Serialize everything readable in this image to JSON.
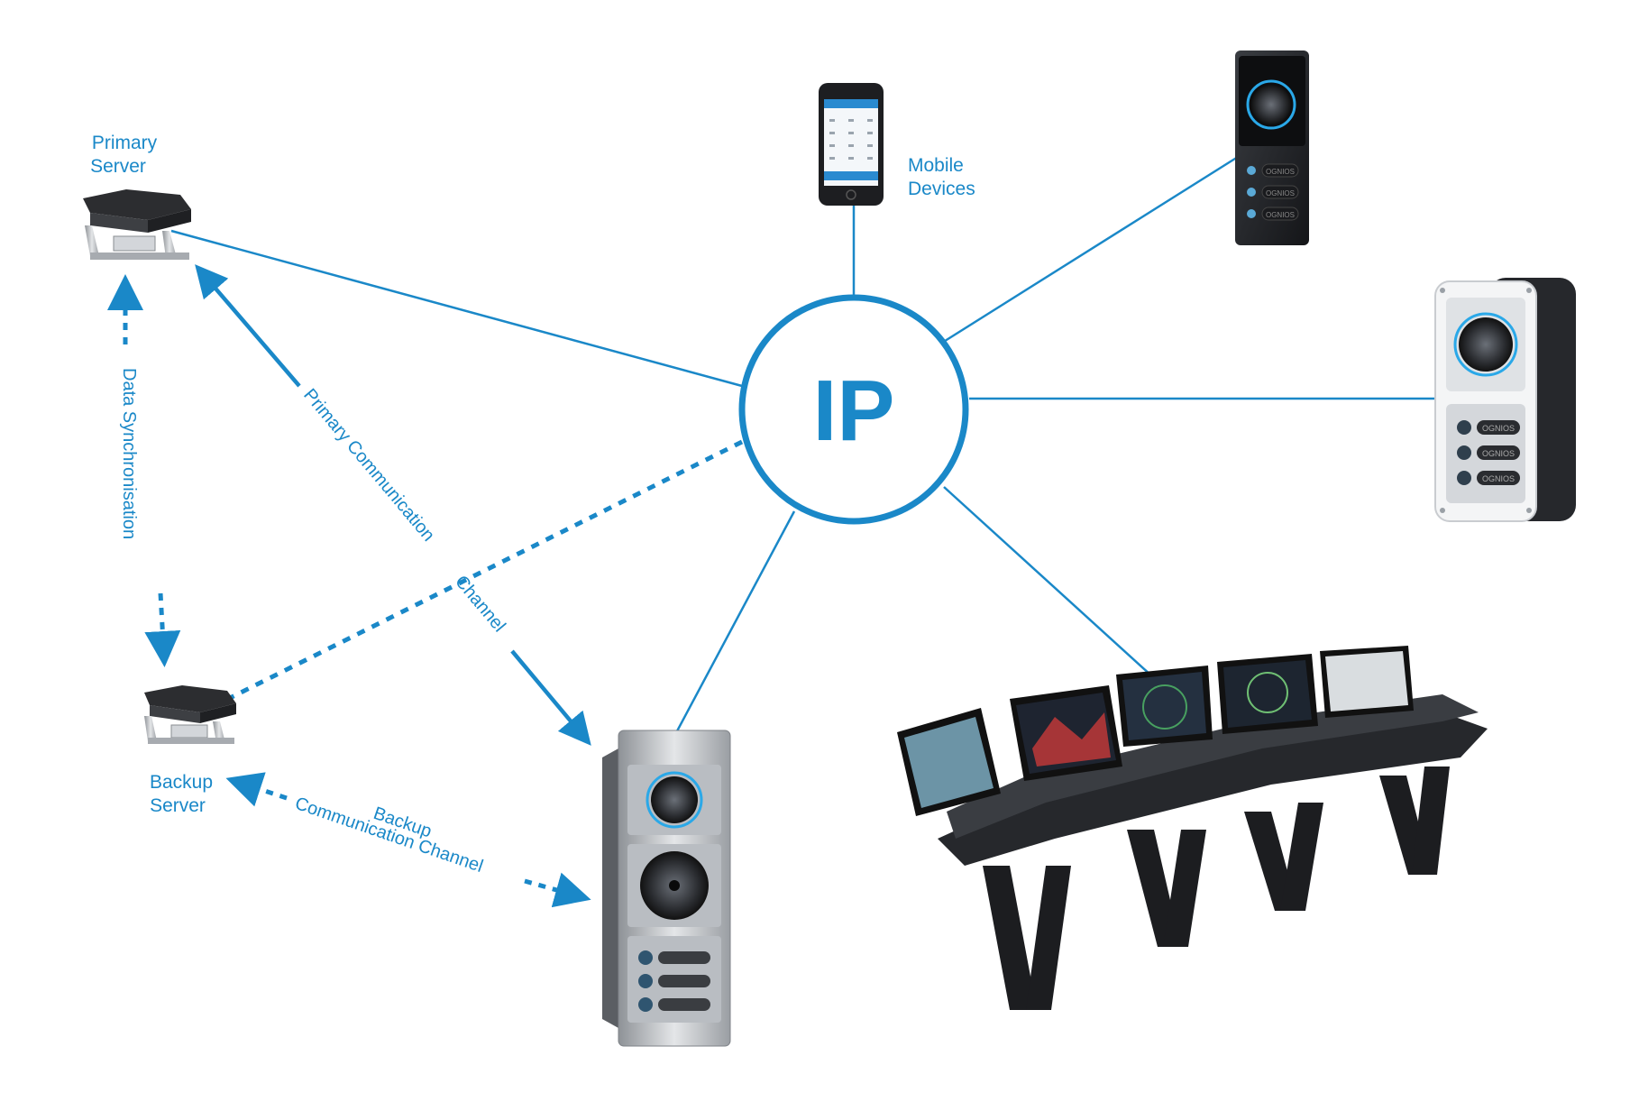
{
  "hub": {
    "label": "IP"
  },
  "labels": {
    "primary_server": [
      "Primary",
      "Server"
    ],
    "backup_server": [
      "Backup",
      "Server"
    ],
    "mobile_devices": [
      "Mobile",
      "Devices"
    ],
    "data_sync": "Data Synchronisation",
    "primary_channel_1": "Primary Communication",
    "primary_channel_2": "Channel",
    "backup_channel_1": "Backup",
    "backup_channel_2": "Communication Channel"
  },
  "devices": {
    "intercom_dark": {
      "buttons": [
        "OGNIOS",
        "OGNIOS",
        "OGNIOS"
      ]
    },
    "intercom_white": {
      "buttons": [
        "OGNIOS",
        "OGNIOS",
        "OGNIOS"
      ]
    }
  },
  "colors": {
    "accent": "#1a88c8",
    "device_dark": "#2b2d31",
    "device_silver": "#c9ccd0",
    "glow": "#2aa8e8"
  }
}
